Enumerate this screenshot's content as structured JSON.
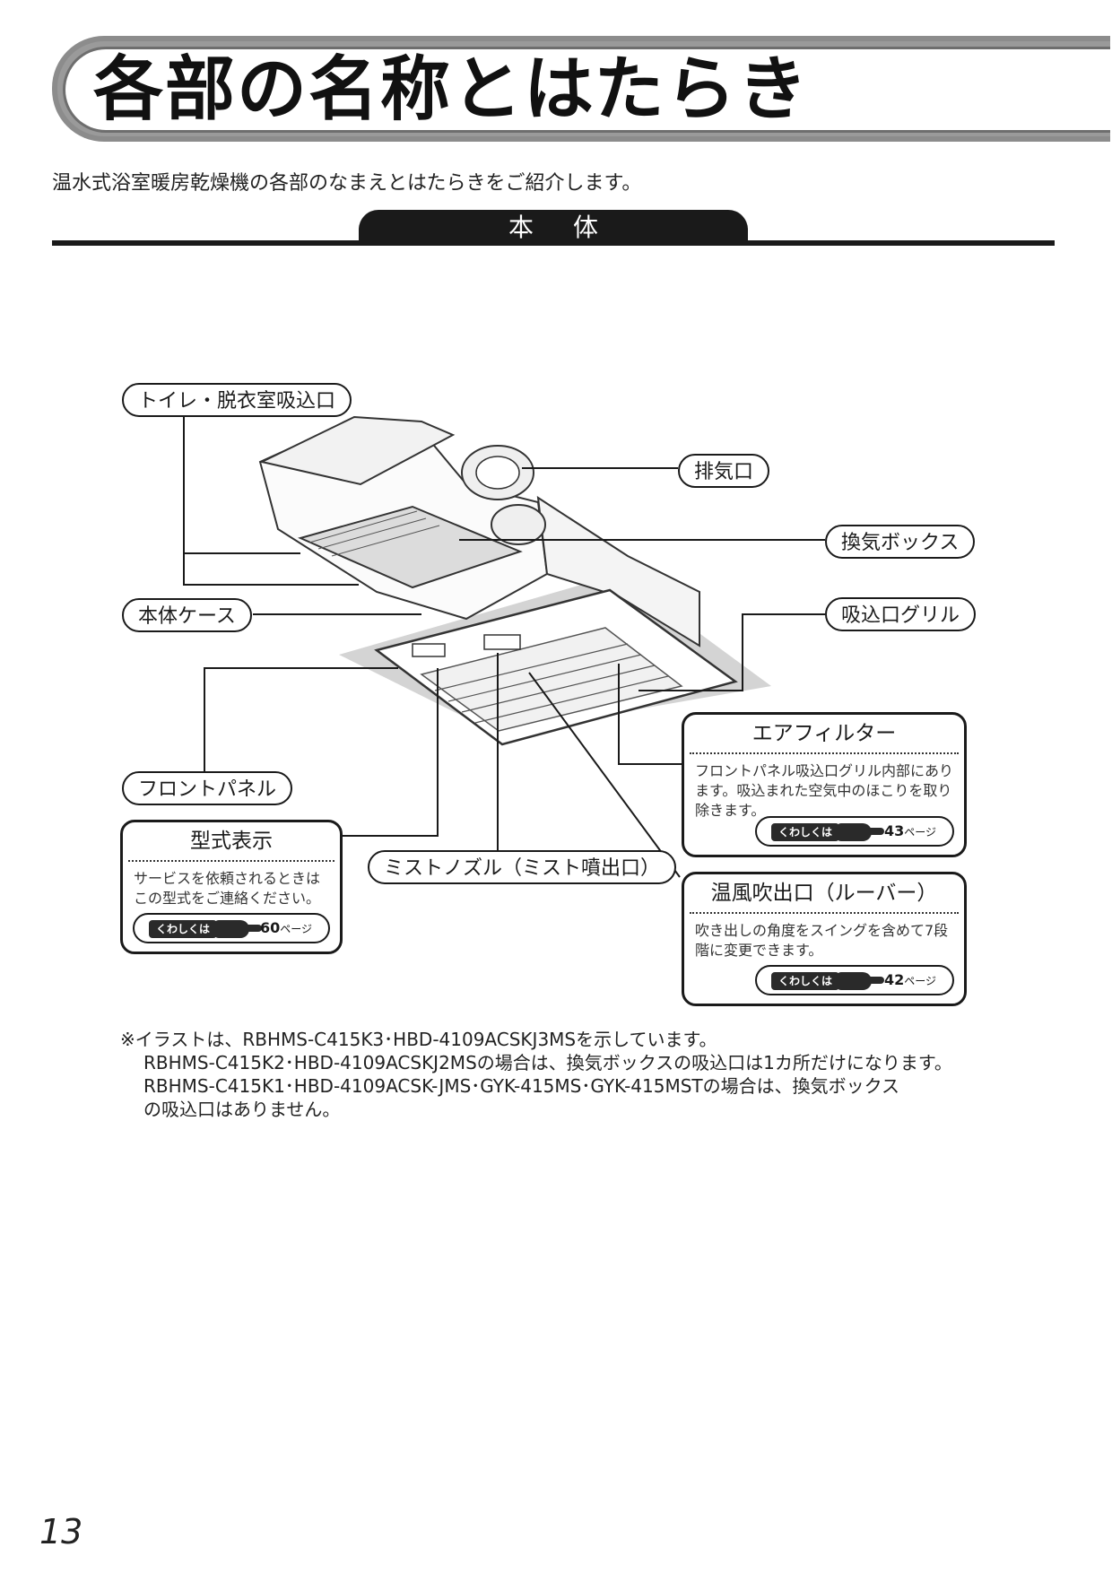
{
  "page": {
    "title": "各部の名称とはたらき",
    "intro": "温水式浴室暖房乾燥機の各部のなまえとはたらきをご紹介します。",
    "section_tab": "本体",
    "page_number": "13"
  },
  "labels": {
    "toilet_intake": "トイレ・脱衣室吸込口",
    "exhaust": "排気口",
    "vent_box": "換気ボックス",
    "body_case": "本体ケース",
    "intake_grille": "吸込口グリル",
    "front_panel": "フロントパネル",
    "mist_nozzle": "ミストノズル（ミスト噴出口）"
  },
  "boxes": {
    "air_filter": {
      "title": "エアフィルター",
      "text": "フロントパネル吸込口グリル内部にあります。吸込まれた空気中のほこりを取り除きます。",
      "ref_chip": "くわしくは",
      "ref_page": "43",
      "ref_unit": "ページ"
    },
    "model_display": {
      "title": "型式表示",
      "text": "サービスを依頼されるときはこの型式をご連絡ください。",
      "ref_chip": "くわしくは",
      "ref_page": "60",
      "ref_unit": "ページ"
    },
    "warm_air_outlet": {
      "title": "温風吹出口（ルーバー）",
      "text": "吹き出しの角度をスイングを含めて7段階に変更できます。",
      "ref_chip": "くわしくは",
      "ref_page": "42",
      "ref_unit": "ページ"
    }
  },
  "note": {
    "line1": "※イラストは、RBHMS-C415K3･HBD-4109ACSKJ3MSを示しています。",
    "line2": "RBHMS-C415K2･HBD-4109ACSKJ2MSの場合は、換気ボックスの吸込口は1カ所だけになります。",
    "line3": "RBHMS-C415K1･HBD-4109ACSK-JMS･GYK-415MS･GYK-415MSTの場合は、換気ボックス",
    "line4": "の吸込口はありません。"
  }
}
